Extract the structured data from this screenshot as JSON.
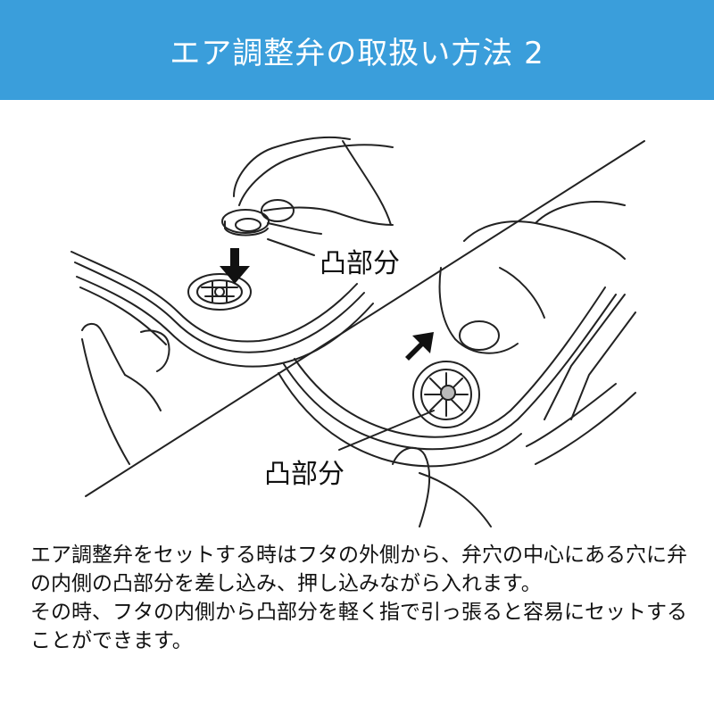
{
  "header": {
    "title": "エア調整弁の取扱い方法 2",
    "background_color": "#3a9edb"
  },
  "illustration": {
    "label_top": "凸部分",
    "label_bottom": "凸部分"
  },
  "instructions": {
    "paragraph1": "エア調整弁をセットする時はフタの外側から、弁穴の中心にある穴に弁の内側の凸部分を差し込み、押し込みながら入れます。",
    "paragraph2": "その時、フタの内側から凸部分を軽く指で引っ張ると容易にセットすることができます。"
  }
}
